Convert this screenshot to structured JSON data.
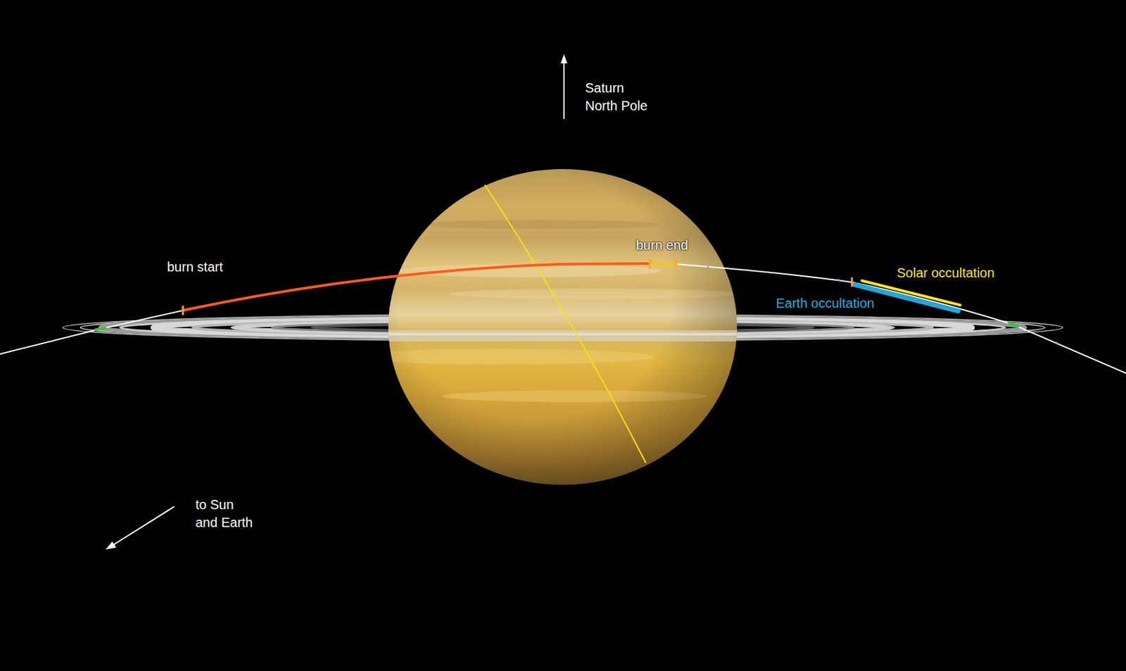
{
  "diagram": {
    "labels": [
      "Saturn North Pole",
      "burn start",
      "burn end",
      "Solar occultation",
      "Earth occultation",
      "to Sun and Earth"
    ]
  }
}
